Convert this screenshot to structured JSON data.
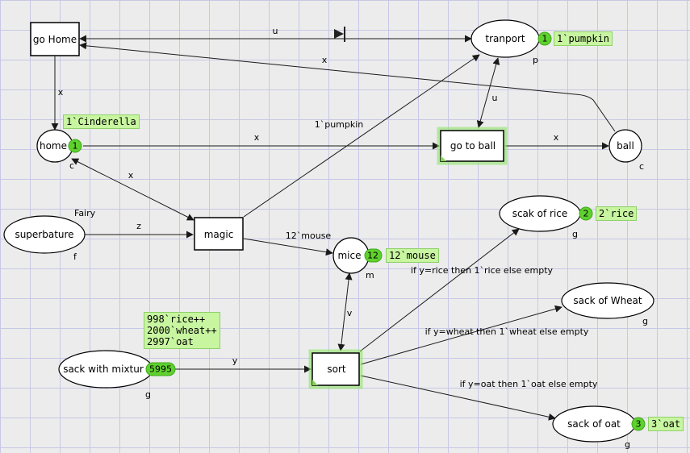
{
  "places": {
    "tranport": {
      "name": "tranport",
      "type": "p",
      "tokens": "1",
      "marking": "1`pumpkin"
    },
    "home": {
      "name": "home",
      "type": "c",
      "tokens": "1",
      "marking": "1`Cinderella"
    },
    "ball": {
      "name": "ball",
      "type": "c"
    },
    "superbature": {
      "name": "superbature",
      "type": "f",
      "ghost": "Fairy"
    },
    "mice": {
      "name": "mice",
      "type": "m",
      "tokens": "12",
      "marking": "12`mouse"
    },
    "scak_of_rice": {
      "name": "scak of rice",
      "type": "g",
      "tokens": "2",
      "marking": "2`rice"
    },
    "sack_of_wheat": {
      "name": "sack of Wheat",
      "type": "g"
    },
    "sack_with_mixture": {
      "name": "sack with mixtur",
      "type": "g",
      "tokens": "5995",
      "marking": "998`rice++\n2000`wheat++\n2997`oat"
    },
    "sack_of_oat": {
      "name": "sack of oat",
      "type": "g",
      "tokens": "3",
      "marking": "3`oat"
    }
  },
  "transitions": {
    "go_home": "go Home",
    "go_to_ball": "go to ball",
    "magic": "magic",
    "sort": "sort"
  },
  "arcs": {
    "u_top": "u",
    "x_ball_home": "x",
    "x_gohome_home": "x",
    "u_tranport": "u",
    "pumpkin": "1`pumpkin",
    "x_home_gotoball": "x",
    "x_gotoball_ball": "x",
    "x_home_magic": "x",
    "z": "z",
    "mouse": "12`mouse",
    "v": "v",
    "rice_expr": "if y=rice then 1`rice else empty",
    "wheat_expr": "if y=wheat then 1`wheat else empty",
    "oat_expr": "if y=oat then 1`oat else empty",
    "y": "y"
  },
  "colors": {
    "token": "#5fd12e",
    "marking_bg": "#c8f5a0",
    "enabled_glow": "#86e35c",
    "grid": "#c7c7e6"
  }
}
